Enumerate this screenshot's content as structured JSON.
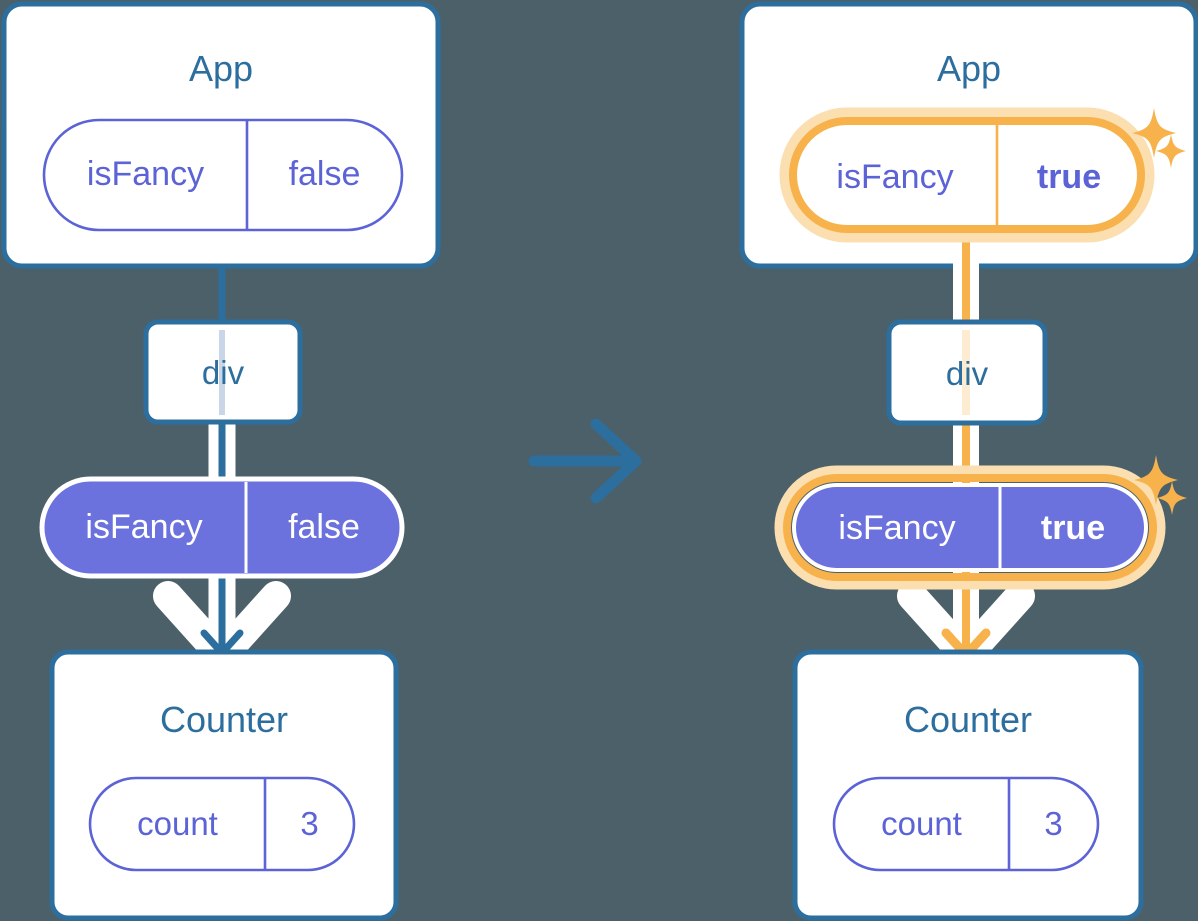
{
  "diagram": {
    "title_before": "App",
    "title_after": "App",
    "transition_icon": "right-arrow-icon",
    "background_color": "#4c6069",
    "card_border_color": "#2c6e9e",
    "card_fill_color": "#ffffff",
    "title_color": "#2c6e9e",
    "pill_stroke_color": "#5b63d6",
    "pill_fill_color": "#6b71dd",
    "pill_text_color": "#5b63d6",
    "pill_text_on_fill_color": "#ffffff",
    "highlight_color": "#f7b24c",
    "highlight_glow_color": "#fbdfb0",
    "connector_color": "#2c6e9e",
    "connector_glow_color": "#ffffff",
    "panels": [
      {
        "id": "before",
        "app": {
          "label": "App",
          "state": {
            "key": "isFancy",
            "value": "false",
            "style": "outline",
            "highlighted": false,
            "value_bold": false
          }
        },
        "div": {
          "label": "div"
        },
        "prop": {
          "key": "isFancy",
          "value": "false",
          "style": "filled",
          "highlighted": false,
          "value_bold": false
        },
        "counter": {
          "label": "Counter",
          "state": {
            "key": "count",
            "value": "3",
            "style": "outline",
            "highlighted": false,
            "value_bold": false
          }
        },
        "sparkles": false,
        "flow_color": "#2c6e9e"
      },
      {
        "id": "after",
        "app": {
          "label": "App",
          "state": {
            "key": "isFancy",
            "value": "true",
            "style": "outline",
            "highlighted": true,
            "value_bold": true
          }
        },
        "div": {
          "label": "div"
        },
        "prop": {
          "key": "isFancy",
          "value": "true",
          "style": "filled",
          "highlighted": true,
          "value_bold": true
        },
        "counter": {
          "label": "Counter",
          "state": {
            "key": "count",
            "value": "3",
            "style": "outline",
            "highlighted": false,
            "value_bold": false
          }
        },
        "sparkles": true,
        "flow_color": "#f7b24c"
      }
    ]
  }
}
